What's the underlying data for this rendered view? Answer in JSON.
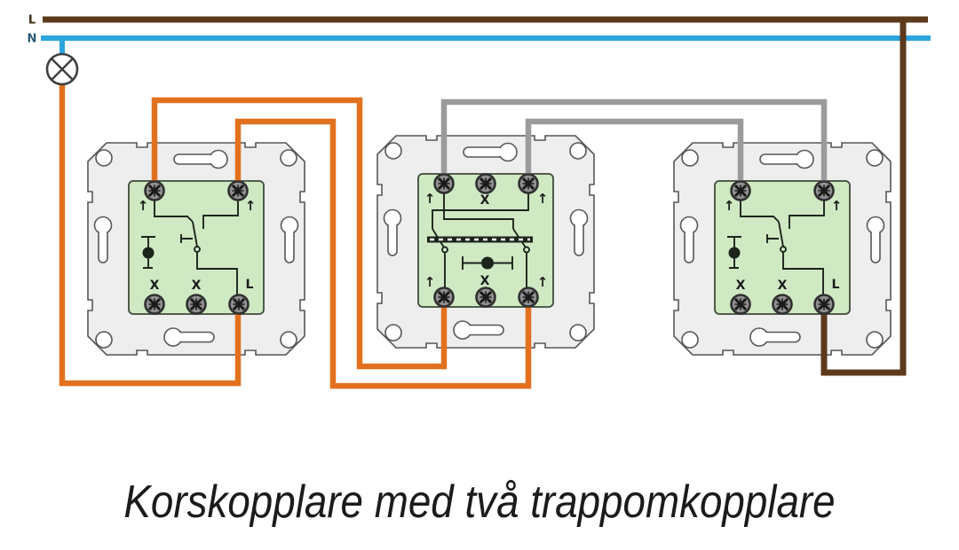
{
  "caption": "Korskopplare med två trappomkopplare",
  "supply": {
    "live": "L",
    "neutral": "N"
  },
  "glyphs": {
    "arrow_up": "↑"
  },
  "terminals": {
    "cross": "X",
    "live": "L"
  },
  "colors": {
    "wire_brown": "#5d3a1b",
    "wire_blue": "#2ba6e0",
    "wire_orange": "#e2711f",
    "wire_gray": "#9b9b9b",
    "plate_fill": "#eeeeee",
    "plate_border": "#575757",
    "panel_green": "#cfe9c3",
    "panel_border": "#3e4a3a",
    "schematic": "#1c241c",
    "label": "#1b1b1b",
    "supply_live_label": "#3c2a14",
    "supply_neutral_label": "#2a5a74",
    "screw_body": "#919191",
    "screw_rim": "#2f2f2f",
    "screw_slot": "#1a1a1a",
    "lamp_stroke": "#3f3f3f",
    "caption_color": "#1b1b1d",
    "background": "#ffffff"
  }
}
